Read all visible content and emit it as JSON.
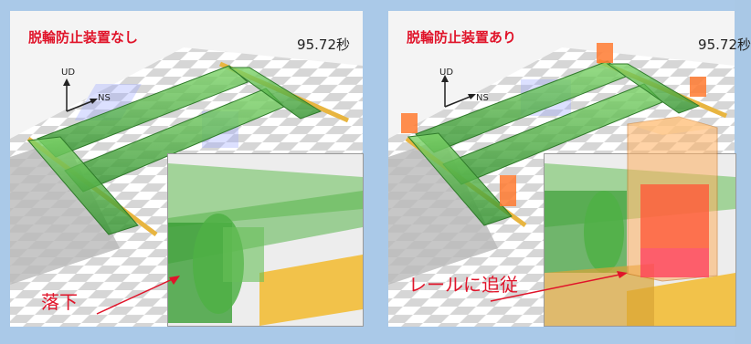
{
  "panels": [
    {
      "title": "脱輪防止装置なし",
      "time": "95.72秒",
      "axis_up": "UD",
      "axis_h": "NS",
      "callout": "落下"
    },
    {
      "title": "脱輪防止装置あり",
      "time": "95.72秒",
      "axis_up": "UD",
      "axis_h": "NS",
      "callout": "レールに追従"
    }
  ],
  "colors": {
    "frame": "#aac9e8",
    "beam": "#5fbe4c",
    "rail": "#e8b540",
    "device": "#ff7a30",
    "callout": "#e0142a"
  }
}
